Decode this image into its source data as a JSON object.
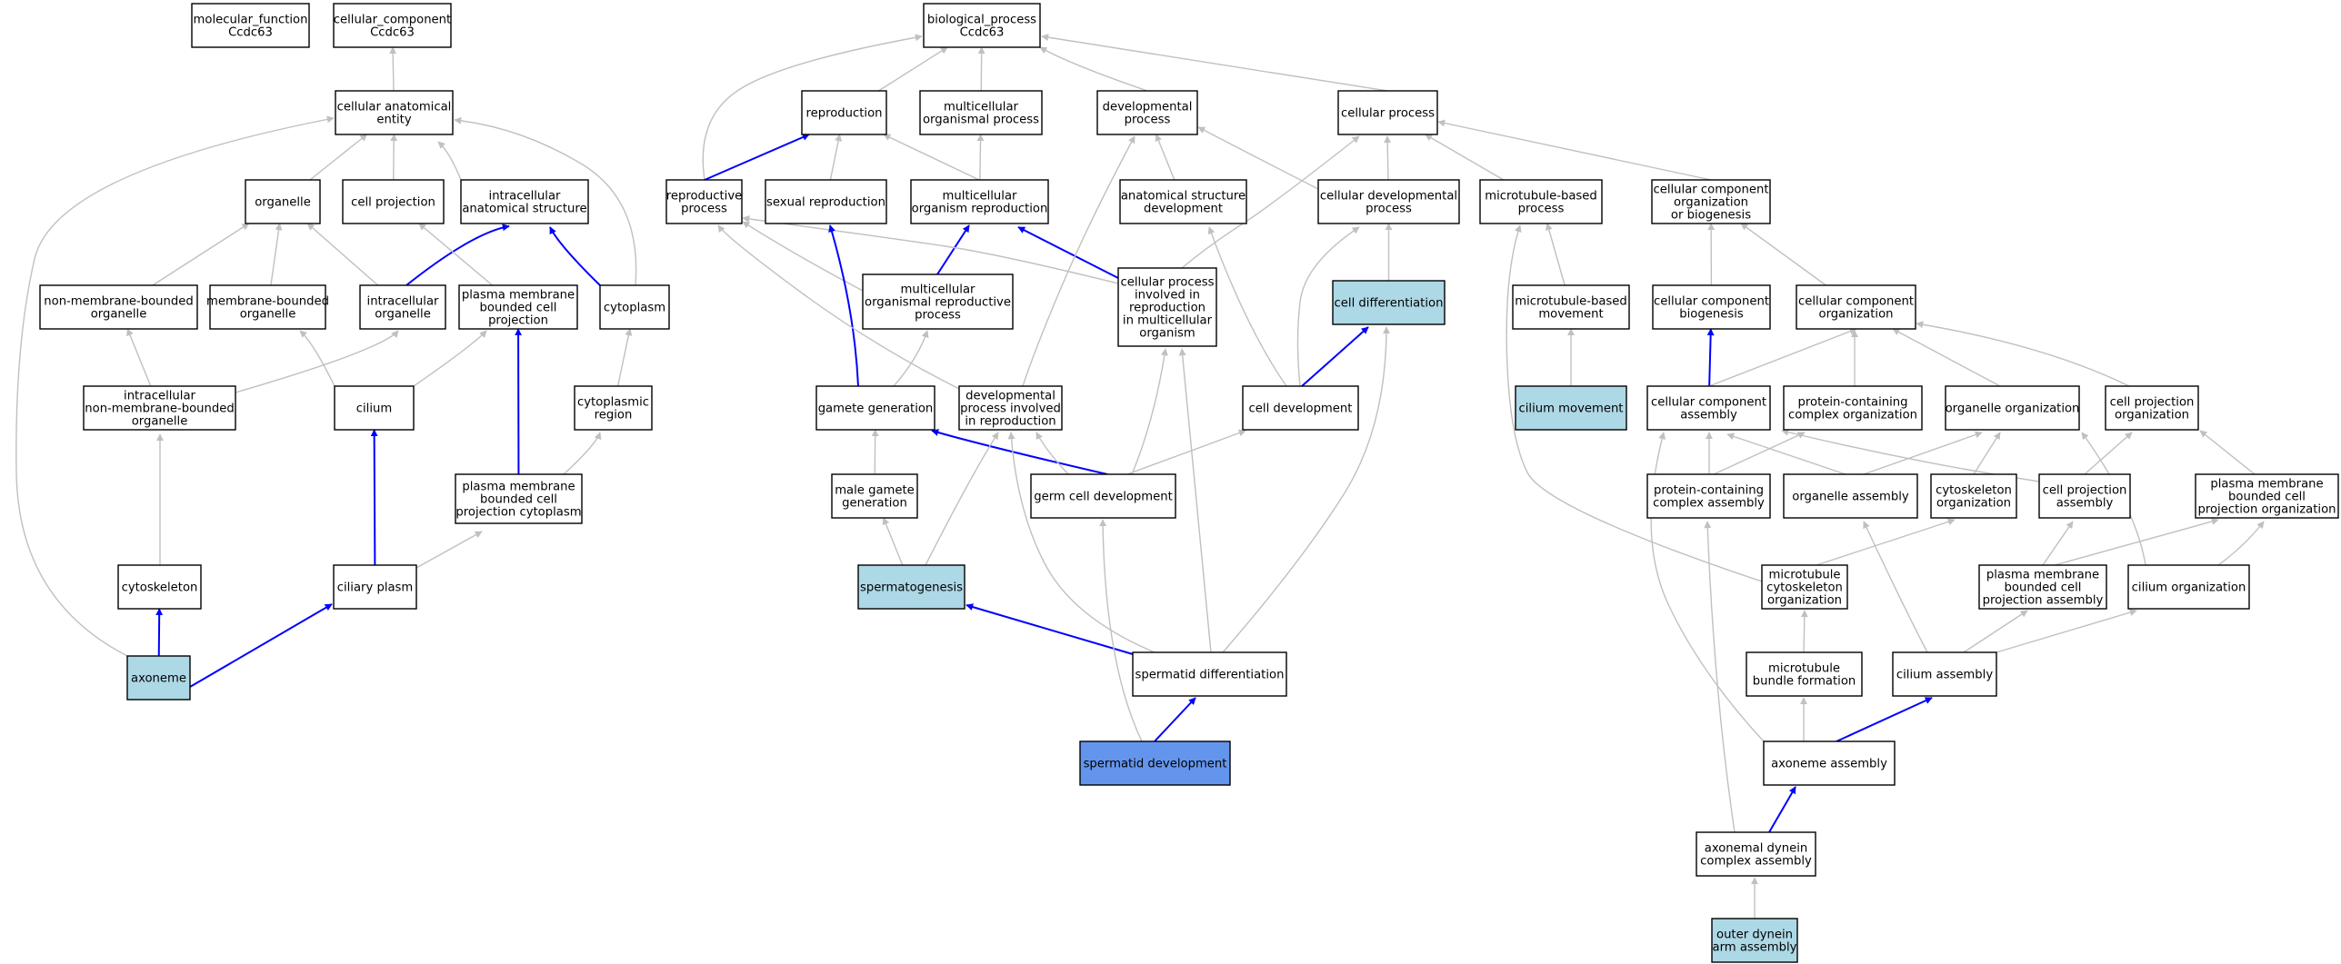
{
  "colors": {
    "plain_fill": "#ffffff",
    "light_fill": "#add8e6",
    "query_fill": "#6495ed",
    "gray_edge": "#c0c0c0",
    "blue_edge": "#0000ff"
  },
  "nodes": [
    {
      "id": "mf",
      "lines": [
        "molecular_function",
        "Ccdc63"
      ],
      "style": "plain"
    },
    {
      "id": "cc",
      "lines": [
        "cellular_component",
        "Ccdc63"
      ],
      "style": "plain"
    },
    {
      "id": "bp",
      "lines": [
        "biological_process",
        "Ccdc63"
      ],
      "style": "plain"
    },
    {
      "id": "cae",
      "lines": [
        "cellular anatomical",
        "entity"
      ],
      "style": "plain"
    },
    {
      "id": "organelle",
      "lines": [
        "organelle"
      ],
      "style": "plain"
    },
    {
      "id": "cellproj",
      "lines": [
        "cell projection"
      ],
      "style": "plain"
    },
    {
      "id": "ias",
      "lines": [
        "intracellular",
        "anatomical structure"
      ],
      "style": "plain"
    },
    {
      "id": "nmbo",
      "lines": [
        "non-membrane-bounded",
        "organelle"
      ],
      "style": "plain"
    },
    {
      "id": "mbo",
      "lines": [
        "membrane-bounded",
        "organelle"
      ],
      "style": "plain"
    },
    {
      "id": "io",
      "lines": [
        "intracellular",
        "organelle"
      ],
      "style": "plain"
    },
    {
      "id": "pmbcp",
      "lines": [
        "plasma membrane",
        "bounded cell",
        "projection"
      ],
      "style": "plain"
    },
    {
      "id": "cytoplasm",
      "lines": [
        "cytoplasm"
      ],
      "style": "plain"
    },
    {
      "id": "inmbo",
      "lines": [
        "intracellular",
        "non-membrane-bounded",
        "organelle"
      ],
      "style": "plain"
    },
    {
      "id": "cilium",
      "lines": [
        "cilium"
      ],
      "style": "plain"
    },
    {
      "id": "cytreg",
      "lines": [
        "cytoplasmic",
        "region"
      ],
      "style": "plain"
    },
    {
      "id": "pmbcpc",
      "lines": [
        "plasma membrane",
        "bounded cell",
        "projection cytoplasm"
      ],
      "style": "plain"
    },
    {
      "id": "cytoskeleton",
      "lines": [
        "cytoskeleton"
      ],
      "style": "plain"
    },
    {
      "id": "cilplasm",
      "lines": [
        "ciliary plasm"
      ],
      "style": "plain"
    },
    {
      "id": "axoneme",
      "lines": [
        "axoneme"
      ],
      "style": "light"
    },
    {
      "id": "repro",
      "lines": [
        "reproduction"
      ],
      "style": "plain"
    },
    {
      "id": "mop",
      "lines": [
        "multicellular",
        "organismal process"
      ],
      "style": "plain"
    },
    {
      "id": "devproc",
      "lines": [
        "developmental",
        "process"
      ],
      "style": "plain"
    },
    {
      "id": "cellproc",
      "lines": [
        "cellular process"
      ],
      "style": "plain"
    },
    {
      "id": "reproproc",
      "lines": [
        "reproductive",
        "process"
      ],
      "style": "plain"
    },
    {
      "id": "sexrepro",
      "lines": [
        "sexual reproduction"
      ],
      "style": "plain"
    },
    {
      "id": "mor",
      "lines": [
        "multicellular",
        "organism reproduction"
      ],
      "style": "plain"
    },
    {
      "id": "asd",
      "lines": [
        "anatomical structure",
        "development"
      ],
      "style": "plain"
    },
    {
      "id": "cdp",
      "lines": [
        "cellular developmental",
        "process"
      ],
      "style": "plain"
    },
    {
      "id": "mtbp",
      "lines": [
        "microtubule-based",
        "process"
      ],
      "style": "plain"
    },
    {
      "id": "ccob",
      "lines": [
        "cellular component",
        "organization",
        "or biogenesis"
      ],
      "style": "plain"
    },
    {
      "id": "morp",
      "lines": [
        "multicellular",
        "organismal reproductive",
        "process"
      ],
      "style": "plain"
    },
    {
      "id": "cpirmo",
      "lines": [
        "cellular process",
        "involved in",
        "reproduction",
        "in multicellular",
        "organism"
      ],
      "style": "plain"
    },
    {
      "id": "celldiff",
      "lines": [
        "cell differentiation"
      ],
      "style": "light"
    },
    {
      "id": "mtbm",
      "lines": [
        "microtubule-based",
        "movement"
      ],
      "style": "plain"
    },
    {
      "id": "ccb",
      "lines": [
        "cellular component",
        "biogenesis"
      ],
      "style": "plain"
    },
    {
      "id": "cco",
      "lines": [
        "cellular component",
        "organization"
      ],
      "style": "plain"
    },
    {
      "id": "gamgen",
      "lines": [
        "gamete generation"
      ],
      "style": "plain"
    },
    {
      "id": "dpir",
      "lines": [
        "developmental",
        "process involved",
        "in reproduction"
      ],
      "style": "plain"
    },
    {
      "id": "celldev",
      "lines": [
        "cell development"
      ],
      "style": "plain"
    },
    {
      "id": "cilmov",
      "lines": [
        "cilium movement"
      ],
      "style": "light"
    },
    {
      "id": "cca",
      "lines": [
        "cellular component",
        "assembly"
      ],
      "style": "plain"
    },
    {
      "id": "pco",
      "lines": [
        "protein-containing",
        "complex organization"
      ],
      "style": "plain"
    },
    {
      "id": "orgorg",
      "lines": [
        "organelle organization"
      ],
      "style": "plain"
    },
    {
      "id": "cpo",
      "lines": [
        "cell projection",
        "organization"
      ],
      "style": "plain"
    },
    {
      "id": "mgg",
      "lines": [
        "male gamete",
        "generation"
      ],
      "style": "plain"
    },
    {
      "id": "gcd",
      "lines": [
        "germ cell development"
      ],
      "style": "plain"
    },
    {
      "id": "pca",
      "lines": [
        "protein-containing",
        "complex assembly"
      ],
      "style": "plain"
    },
    {
      "id": "orgasm",
      "lines": [
        "organelle assembly"
      ],
      "style": "plain"
    },
    {
      "id": "cskorg",
      "lines": [
        "cytoskeleton",
        "organization"
      ],
      "style": "plain"
    },
    {
      "id": "cpa",
      "lines": [
        "cell projection",
        "assembly"
      ],
      "style": "plain"
    },
    {
      "id": "pmbcpo",
      "lines": [
        "plasma membrane",
        "bounded cell",
        "projection organization"
      ],
      "style": "plain"
    },
    {
      "id": "spermatogenesis",
      "lines": [
        "spermatogenesis"
      ],
      "style": "light"
    },
    {
      "id": "mtco",
      "lines": [
        "microtubule",
        "cytoskeleton",
        "organization"
      ],
      "style": "plain"
    },
    {
      "id": "pmbcpa",
      "lines": [
        "plasma membrane",
        "bounded cell",
        "projection assembly"
      ],
      "style": "plain"
    },
    {
      "id": "ciliumorg",
      "lines": [
        "cilium organization"
      ],
      "style": "plain"
    },
    {
      "id": "spermdiff",
      "lines": [
        "spermatid differentiation"
      ],
      "style": "plain"
    },
    {
      "id": "mtbf",
      "lines": [
        "microtubule",
        "bundle formation"
      ],
      "style": "plain"
    },
    {
      "id": "ciliumasm",
      "lines": [
        "cilium assembly"
      ],
      "style": "plain"
    },
    {
      "id": "spermdev",
      "lines": [
        "spermatid development"
      ],
      "style": "query"
    },
    {
      "id": "axasm",
      "lines": [
        "axoneme assembly"
      ],
      "style": "plain"
    },
    {
      "id": "adca",
      "lines": [
        "axonemal dynein",
        "complex assembly"
      ],
      "style": "plain"
    },
    {
      "id": "odaa",
      "lines": [
        "outer dynein",
        "arm assembly"
      ],
      "style": "light"
    }
  ],
  "edges": [
    {
      "from": "cae",
      "to": "cc",
      "kind": "is_a"
    },
    {
      "from": "organelle",
      "to": "cae",
      "kind": "is_a"
    },
    {
      "from": "cellproj",
      "to": "cae",
      "kind": "is_a"
    },
    {
      "from": "ias",
      "to": "cae",
      "kind": "is_a"
    },
    {
      "from": "cytoplasm",
      "to": "cae",
      "kind": "is_a"
    },
    {
      "from": "axoneme",
      "to": "cae",
      "kind": "is_a"
    },
    {
      "from": "nmbo",
      "to": "organelle",
      "kind": "is_a"
    },
    {
      "from": "mbo",
      "to": "organelle",
      "kind": "is_a"
    },
    {
      "from": "io",
      "to": "organelle",
      "kind": "is_a"
    },
    {
      "from": "io",
      "to": "ias",
      "kind": "part_of"
    },
    {
      "from": "pmbcp",
      "to": "cellproj",
      "kind": "is_a"
    },
    {
      "from": "cytoplasm",
      "to": "ias",
      "kind": "part_of"
    },
    {
      "from": "inmbo",
      "to": "nmbo",
      "kind": "is_a"
    },
    {
      "from": "inmbo",
      "to": "io",
      "kind": "is_a"
    },
    {
      "from": "cilium",
      "to": "mbo",
      "kind": "is_a"
    },
    {
      "from": "cilium",
      "to": "pmbcp",
      "kind": "is_a"
    },
    {
      "from": "cytreg",
      "to": "cytoplasm",
      "kind": "is_a"
    },
    {
      "from": "pmbcpc",
      "to": "pmbcp",
      "kind": "part_of"
    },
    {
      "from": "pmbcpc",
      "to": "cytreg",
      "kind": "is_a"
    },
    {
      "from": "cytoskeleton",
      "to": "inmbo",
      "kind": "is_a"
    },
    {
      "from": "cilplasm",
      "to": "cilium",
      "kind": "part_of"
    },
    {
      "from": "cilplasm",
      "to": "pmbcpc",
      "kind": "is_a"
    },
    {
      "from": "axoneme",
      "to": "cytoskeleton",
      "kind": "part_of"
    },
    {
      "from": "axoneme",
      "to": "cilplasm",
      "kind": "part_of"
    },
    {
      "from": "repro",
      "to": "bp",
      "kind": "is_a"
    },
    {
      "from": "mop",
      "to": "bp",
      "kind": "is_a"
    },
    {
      "from": "devproc",
      "to": "bp",
      "kind": "is_a"
    },
    {
      "from": "cellproc",
      "to": "bp",
      "kind": "is_a"
    },
    {
      "from": "reproproc",
      "to": "bp",
      "kind": "is_a"
    },
    {
      "from": "reproproc",
      "to": "repro",
      "kind": "part_of"
    },
    {
      "from": "sexrepro",
      "to": "repro",
      "kind": "is_a"
    },
    {
      "from": "mor",
      "to": "repro",
      "kind": "is_a"
    },
    {
      "from": "mor",
      "to": "mop",
      "kind": "is_a"
    },
    {
      "from": "asd",
      "to": "devproc",
      "kind": "is_a"
    },
    {
      "from": "cdp",
      "to": "devproc",
      "kind": "is_a"
    },
    {
      "from": "cdp",
      "to": "cellproc",
      "kind": "is_a"
    },
    {
      "from": "mtbp",
      "to": "cellproc",
      "kind": "is_a"
    },
    {
      "from": "ccob",
      "to": "cellproc",
      "kind": "is_a"
    },
    {
      "from": "morp",
      "to": "reproproc",
      "kind": "is_a"
    },
    {
      "from": "morp",
      "to": "mor",
      "kind": "part_of"
    },
    {
      "from": "cpirmo",
      "to": "reproproc",
      "kind": "is_a"
    },
    {
      "from": "cpirmo",
      "to": "mor",
      "kind": "part_of"
    },
    {
      "from": "cpirmo",
      "to": "cellproc",
      "kind": "is_a"
    },
    {
      "from": "celldiff",
      "to": "cdp",
      "kind": "is_a"
    },
    {
      "from": "mtbm",
      "to": "mtbp",
      "kind": "is_a"
    },
    {
      "from": "ccb",
      "to": "ccob",
      "kind": "is_a"
    },
    {
      "from": "cco",
      "to": "ccob",
      "kind": "is_a"
    },
    {
      "from": "gamgen",
      "to": "sexrepro",
      "kind": "part_of"
    },
    {
      "from": "gamgen",
      "to": "morp",
      "kind": "is_a"
    },
    {
      "from": "dpir",
      "to": "reproproc",
      "kind": "is_a"
    },
    {
      "from": "dpir",
      "to": "devproc",
      "kind": "is_a"
    },
    {
      "from": "celldev",
      "to": "celldiff",
      "kind": "part_of"
    },
    {
      "from": "celldev",
      "to": "cdp",
      "kind": "is_a"
    },
    {
      "from": "celldev",
      "to": "asd",
      "kind": "is_a"
    },
    {
      "from": "cilmov",
      "to": "mtbm",
      "kind": "is_a"
    },
    {
      "from": "cca",
      "to": "ccb",
      "kind": "part_of"
    },
    {
      "from": "cca",
      "to": "cco",
      "kind": "is_a"
    },
    {
      "from": "pco",
      "to": "cco",
      "kind": "is_a"
    },
    {
      "from": "orgorg",
      "to": "cco",
      "kind": "is_a"
    },
    {
      "from": "cpo",
      "to": "cco",
      "kind": "is_a"
    },
    {
      "from": "mgg",
      "to": "gamgen",
      "kind": "is_a"
    },
    {
      "from": "gcd",
      "to": "gamgen",
      "kind": "part_of"
    },
    {
      "from": "gcd",
      "to": "dpir",
      "kind": "is_a"
    },
    {
      "from": "gcd",
      "to": "celldev",
      "kind": "is_a"
    },
    {
      "from": "gcd",
      "to": "cpirmo",
      "kind": "is_a"
    },
    {
      "from": "pca",
      "to": "cca",
      "kind": "is_a"
    },
    {
      "from": "pca",
      "to": "pco",
      "kind": "is_a"
    },
    {
      "from": "orgasm",
      "to": "cca",
      "kind": "is_a"
    },
    {
      "from": "orgasm",
      "to": "orgorg",
      "kind": "is_a"
    },
    {
      "from": "cskorg",
      "to": "orgorg",
      "kind": "is_a"
    },
    {
      "from": "cpa",
      "to": "cca",
      "kind": "is_a"
    },
    {
      "from": "cpa",
      "to": "cpo",
      "kind": "is_a"
    },
    {
      "from": "pmbcpo",
      "to": "cpo",
      "kind": "is_a"
    },
    {
      "from": "spermatogenesis",
      "to": "mgg",
      "kind": "is_a"
    },
    {
      "from": "spermatogenesis",
      "to": "dpir",
      "kind": "is_a"
    },
    {
      "from": "mtco",
      "to": "cskorg",
      "kind": "is_a"
    },
    {
      "from": "mtco",
      "to": "mtbp",
      "kind": "is_a"
    },
    {
      "from": "pmbcpa",
      "to": "cpa",
      "kind": "is_a"
    },
    {
      "from": "pmbcpa",
      "to": "pmbcpo",
      "kind": "is_a"
    },
    {
      "from": "ciliumorg",
      "to": "pmbcpo",
      "kind": "is_a"
    },
    {
      "from": "ciliumorg",
      "to": "orgorg",
      "kind": "is_a"
    },
    {
      "from": "spermdiff",
      "to": "spermatogenesis",
      "kind": "part_of"
    },
    {
      "from": "spermdiff",
      "to": "dpir",
      "kind": "is_a"
    },
    {
      "from": "spermdiff",
      "to": "cpirmo",
      "kind": "is_a"
    },
    {
      "from": "spermdiff",
      "to": "celldiff",
      "kind": "is_a"
    },
    {
      "from": "mtbf",
      "to": "mtco",
      "kind": "is_a"
    },
    {
      "from": "ciliumasm",
      "to": "pmbcpa",
      "kind": "is_a"
    },
    {
      "from": "ciliumasm",
      "to": "orgasm",
      "kind": "is_a"
    },
    {
      "from": "ciliumasm",
      "to": "ciliumorg",
      "kind": "is_a"
    },
    {
      "from": "spermdev",
      "to": "spermdiff",
      "kind": "part_of"
    },
    {
      "from": "spermdev",
      "to": "gcd",
      "kind": "is_a"
    },
    {
      "from": "axasm",
      "to": "mtbf",
      "kind": "is_a"
    },
    {
      "from": "axasm",
      "to": "ciliumasm",
      "kind": "part_of"
    },
    {
      "from": "axasm",
      "to": "cca",
      "kind": "is_a"
    },
    {
      "from": "adca",
      "to": "axasm",
      "kind": "part_of"
    },
    {
      "from": "adca",
      "to": "pca",
      "kind": "is_a"
    },
    {
      "from": "odaa",
      "to": "adca",
      "kind": "is_a"
    }
  ]
}
